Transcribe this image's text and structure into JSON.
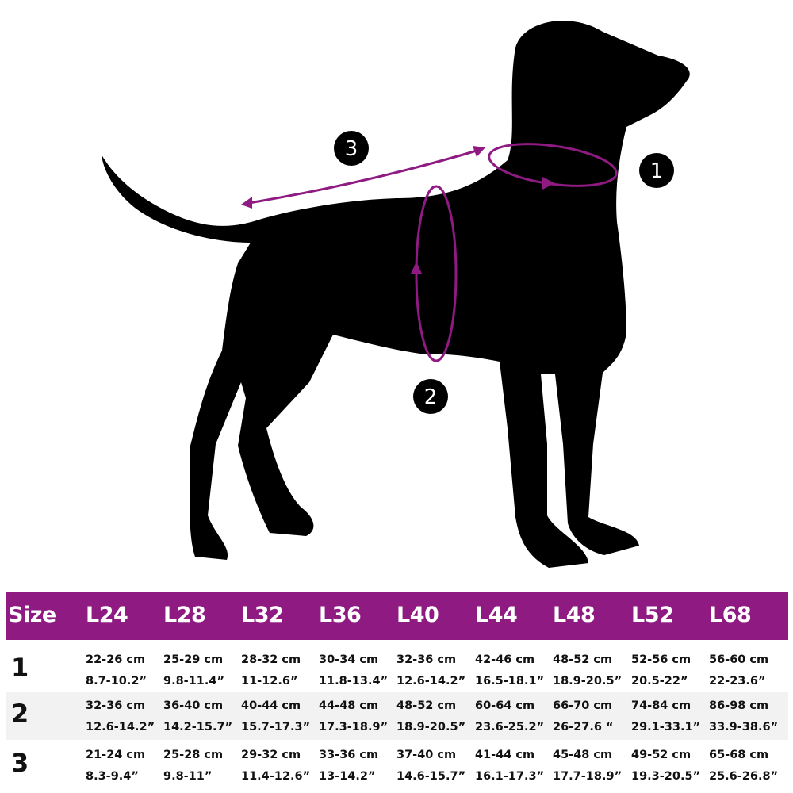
{
  "colors": {
    "header_bg": "#8E1A82",
    "accent": "#8E1A82",
    "silhouette": "#000000",
    "shaded_row": "#F2F2F2"
  },
  "markers": [
    {
      "label": "1",
      "meaning_icon": "neck-measure"
    },
    {
      "label": "2",
      "meaning_icon": "chest-measure"
    },
    {
      "label": "3",
      "meaning_icon": "back-length-measure"
    }
  ],
  "table": {
    "header": [
      "Size",
      "L24",
      "L28",
      "L32",
      "L36",
      "L40",
      "L44",
      "L48",
      "L52",
      "L68"
    ],
    "rows": [
      {
        "id": "1",
        "cells": [
          [
            "22-26 cm",
            "8.7-10.2”"
          ],
          [
            "25-29 cm",
            "9.8-11.4”"
          ],
          [
            "28-32 cm",
            "11-12.6”"
          ],
          [
            "30-34 cm",
            "11.8-13.4”"
          ],
          [
            "32-36 cm",
            "12.6-14.2”"
          ],
          [
            "42-46 cm",
            "16.5-18.1”"
          ],
          [
            "48-52 cm",
            "18.9-20.5”"
          ],
          [
            "52-56 cm",
            "20.5-22”"
          ],
          [
            "56-60 cm",
            "22-23.6”"
          ]
        ]
      },
      {
        "id": "2",
        "cells": [
          [
            "32-36 cm",
            "12.6-14.2”"
          ],
          [
            "36-40 cm",
            "14.2-15.7”"
          ],
          [
            "40-44 cm",
            "15.7-17.3”"
          ],
          [
            "44-48 cm",
            "17.3-18.9”"
          ],
          [
            "48-52 cm",
            "18.9-20.5”"
          ],
          [
            "60-64 cm",
            "23.6-25.2”"
          ],
          [
            "66-70 cm",
            "26-27.6  “"
          ],
          [
            "74-84 cm",
            "29.1-33.1”"
          ],
          [
            "86-98 cm",
            "33.9-38.6”"
          ]
        ]
      },
      {
        "id": "3",
        "cells": [
          [
            "21-24 cm",
            "8.3-9.4”"
          ],
          [
            "25-28 cm",
            "9.8-11”"
          ],
          [
            "29-32 cm",
            "11.4-12.6”"
          ],
          [
            "33-36 cm",
            "13-14.2”"
          ],
          [
            "37-40 cm",
            "14.6-15.7”"
          ],
          [
            "41-44 cm",
            "16.1-17.3”"
          ],
          [
            "45-48 cm",
            "17.7-18.9”"
          ],
          [
            "49-52 cm",
            "19.3-20.5”"
          ],
          [
            "65-68 cm",
            "25.6-26.8”"
          ]
        ]
      }
    ]
  }
}
